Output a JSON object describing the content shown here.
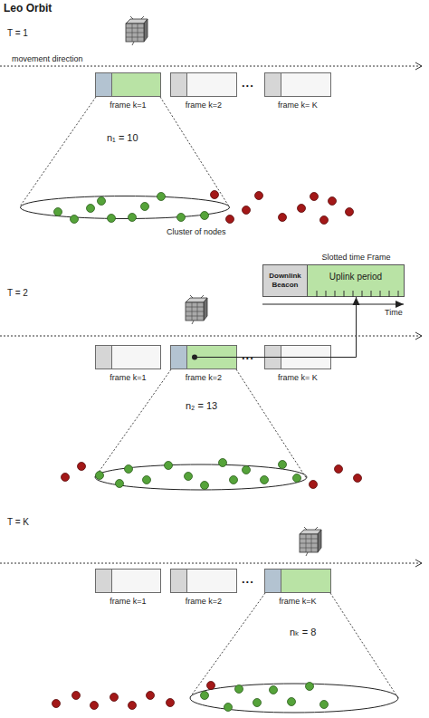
{
  "diagram": {
    "title": "Leo Orbit",
    "nodes": [
      {
        "text": [
          "frame k=1"
        ]
      },
      {
        "text": [
          "frame k=2"
        ]
      },
      {
        "text": [
          "frame k= K"
        ]
      },
      {
        "text": [
          "Cluster of nodes"
        ]
      },
      {
        "text": [
          "Slotted time Frame"
        ]
      },
      {
        "text": [
          "Downlink Beacon"
        ],
        "in": 4
      },
      {
        "text": [
          "Uplink period"
        ],
        "in": 4
      },
      {
        "text": [
          "frame k=1"
        ]
      },
      {
        "text": [
          "frame k=2"
        ]
      },
      {
        "text": [
          "frame k= K"
        ]
      },
      {
        "text": [
          "frame k=1"
        ]
      },
      {
        "text": [
          "frame k=2"
        ]
      },
      {
        "text": [
          "frame k=K"
        ]
      }
    ],
    "edges": [
      {
        "from": 8,
        "to": 6,
        "arrow": "to"
      }
    ],
    "labels": [
      "T = 1",
      "movement direction",
      "...",
      "n₁ = 10",
      "T = 2",
      "...",
      "n₂ = 13",
      "Time",
      "T = K",
      "...",
      "nₖ = 8"
    ]
  }
}
